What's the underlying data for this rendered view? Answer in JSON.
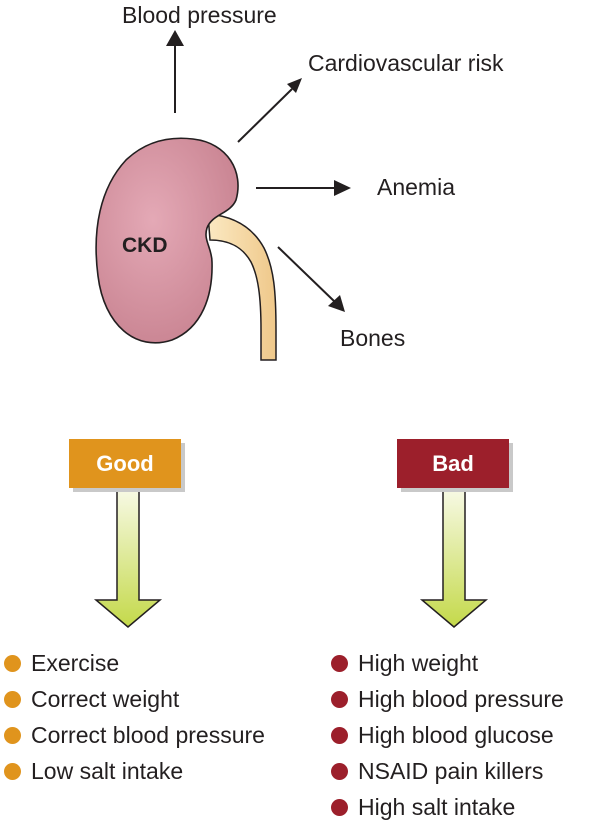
{
  "center": {
    "label": "CKD"
  },
  "effects": [
    {
      "label": "Blood pressure"
    },
    {
      "label": "Cardiovascular risk"
    },
    {
      "label": "Anemia"
    },
    {
      "label": "Bones"
    }
  ],
  "good": {
    "title": "Good",
    "color": "#e0941d",
    "items": [
      "Exercise",
      "Correct weight",
      "Correct blood pressure",
      "Low salt intake"
    ]
  },
  "bad": {
    "title": "Bad",
    "color": "#9c1f2b",
    "items": [
      "High weight",
      "High blood pressure",
      "High blood glucose",
      "NSAID pain killers",
      "High salt intake"
    ]
  },
  "colors": {
    "kidney": "#d2909e",
    "ureter": "#f6dba9",
    "arrow_fill": "#c8dc4b"
  }
}
